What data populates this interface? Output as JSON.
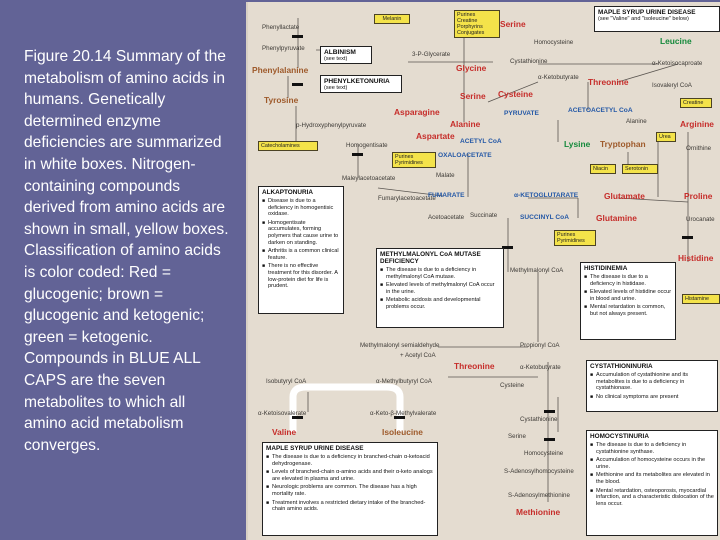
{
  "caption": "Figure 20.14 Summary of the metabolism of amino acids in humans. Genetically determined enzyme deficiencies are summarized in white boxes. Nitrogen-containing compounds derived from amino acids are shown in small, yellow boxes. Classification of amino acids is color coded: Red = glucogenic; brown = glucogenic and ketogenic; green = ketogenic. Compounds in BLUE ALL CAPS are the seven metabolites to which all amino acid metabolism converges.",
  "colors": {
    "glucogenic": "#c62d2a",
    "mixed": "#9e5a2b",
    "ketogenic": "#13893a",
    "central": "#2458a6",
    "yellow_box": "#f4e34a"
  },
  "amino_acids": {
    "phenylalanine": "Phenylalanine",
    "tyrosine": "Tyrosine",
    "glycine": "Glycine",
    "serine1": "Serine",
    "serine2": "Serine",
    "leucine": "Leucine",
    "threonine1": "Threonine",
    "cysteine": "Cysteine",
    "asparagine": "Asparagine",
    "alanine": "Alanine",
    "aspartate": "Aspartate",
    "lysine": "Lysine",
    "tryptophan": "Tryptophan",
    "arginine": "Arginine",
    "glutamate": "Glutamate",
    "proline": "Proline",
    "glutamine": "Glutamine",
    "histidine": "Histidine",
    "threonine2": "Threonine",
    "valine": "Valine",
    "isoleucine": "Isoleucine",
    "methionine": "Methionine"
  },
  "central": {
    "pyruvate": "PYRUVATE",
    "acetoacetyl_coa": "ACETOACETYL CoA",
    "acetyl_coa": "ACETYL CoA",
    "oxaloacetate": "OXALOACETATE",
    "fumarate": "FUMARATE",
    "alpha_kg": "α-KETOGLUTARATE",
    "succinyl_coa": "SUCCINYL CoA"
  },
  "intermediates": {
    "phenyllactate": "Phenyllactate",
    "phenylpyruvate": "Phenylpyruvate",
    "p_glycerate": "3-P-Glycerate",
    "homocysteine_top": "Homocysteine",
    "cystathionine_top": "Cystathionine",
    "a_ketobutyrate": "α-Ketobutyrate",
    "a_ketoisocaproate": "α-Ketoisocaproate",
    "isovaleryl_coa": "Isovaleryl CoA",
    "hydroxyphenylpyruvate": "p-Hydroxyphenylpyruvate",
    "alanine_small": "Alanine",
    "homogentisate": "Homogentisate",
    "ornithine": "Ornithine",
    "maleylacetoacetate": "Maleylacetoacetate",
    "malate": "Malate",
    "fumarylacetoacetate": "Fumarylacetoacetate",
    "acetoacetate": "Acetoacetate",
    "succinate": "Succinate",
    "urocanate": "Urocanate",
    "methylmalonyl_coa": "Methylmalonyl CoA",
    "methylmalonyl_semialdehyde": "Methylmalonyl semialdehyde",
    "acetyl_coa_small": "+ Acetyl CoA",
    "propionyl_coa": "Propionyl CoA",
    "a_ketobutyrate2": "α-Ketobutyrate",
    "isobutyryl_coa": "Isobutyryl CoA",
    "a_methylbutyryl_coa": "α-Methylbutyryl CoA",
    "cysteine_small": "Cysteine",
    "a_ketoisovalerate": "α-Ketoisovalerate",
    "a_keto_b_methylvalerate": "α-Keto-β-Methylvalerate",
    "cystathionine": "Cystathionine",
    "serine_small": "Serine",
    "homocysteine": "Homocysteine",
    "s_adenosylhomocysteine": "S-Adenosylhomocysteine",
    "s_adenosylmethionine": "S-Adenosylmethionine"
  },
  "yellow_boxes": {
    "melanin": "Melanin",
    "purines1": "Purines\nCreatine\nPorphyrins\nConjugates",
    "catecholamines": "Catecholamines",
    "purines2": "Purines\nPyrimidines",
    "creatine": "Creatine",
    "urea": "Urea",
    "niacin": "Niacin",
    "serotonin": "Serotonin",
    "purines3": "Purines\nPyrimidines",
    "histamine": "Histamine"
  },
  "disorders": {
    "albinism": {
      "title": "ALBINISM",
      "note": "(see text)"
    },
    "pku": {
      "title": "PHENYLKETONURIA",
      "note": "(see text)"
    },
    "msud_top": {
      "title": "MAPLE SYRUP URINE DISEASE",
      "note": "(see \"Valine\" and \"isoleucine\" below)"
    },
    "alkaptonuria": {
      "title": "ALKAPTONURIA",
      "bullets": [
        "Disease is due to a deficiency in homogentisic oxidase.",
        "Homogentisate accumulates, forming polymers that cause urine to darken on standing.",
        "Arthritis is a common clinical feature.",
        "There is no effective treatment for this disorder. A low-protein diet for life is prudent."
      ]
    },
    "mma": {
      "title": "METHYLMALONYL CoA MUTASE DEFICIENCY",
      "bullets": [
        "The disease is due to a deficiency in methylmalonyl CoA mutase.",
        "Elevated levels of methylmalonyl CoA occur in the urine.",
        "Metabolic acidosis and developmental problems occur."
      ]
    },
    "histidinemia": {
      "title": "HISTIDINEMIA",
      "bullets": [
        "The disease is due to a deficiency in histidase.",
        "Elevated levels of histidine occur in blood and urine.",
        "Mental retardation is common, but not always present."
      ]
    },
    "cystathioninuria": {
      "title": "CYSTATHIONINURIA",
      "bullets": [
        "Accumulation of cystathionine and its metabolites is due to a deficiency in cystathionase.",
        "No clinical symptoms are present"
      ]
    },
    "homocystinuria": {
      "title": "HOMOCYSTINURIA",
      "bullets": [
        "The disease is due to a deficiency in cystathionine synthase.",
        "Accumulation of homocysteine occurs in the urine.",
        "Methionine and its metabolites are elevated in the blood.",
        "Mental retardation, osteoporosis, myocardial infarction, and a characteristic dislocation of the lens occur."
      ]
    },
    "msud_bottom": {
      "title": "MAPLE SYRUP URINE DISEASE",
      "bullets": [
        "The disease is due to a deficiency in branched-chain α-ketoacid dehydrogenase.",
        "Levels of branched-chain α-amino acids and their α-keto analogs are elevated in plasma and urine.",
        "Neurologic problems are common. The disease has a high mortality rate.",
        "Treatment involves a restricted dietary intake of the branched-chain amino acids."
      ]
    }
  }
}
